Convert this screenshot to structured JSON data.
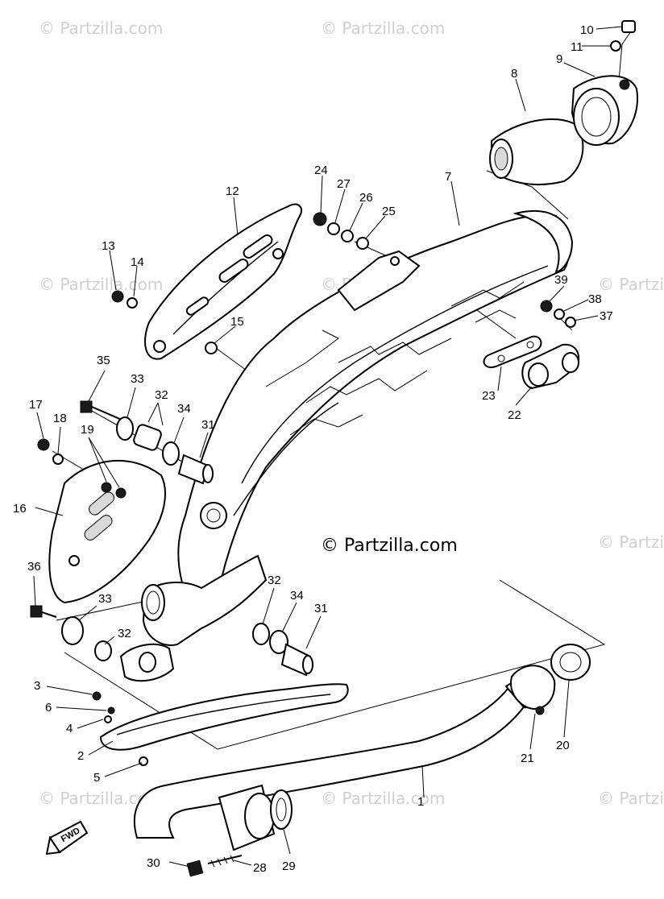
{
  "watermark": {
    "text": "© Partzilla.com"
  },
  "direction_arrow": {
    "label": "FWD"
  },
  "part_labels": {
    "p1": "10",
    "p2": "11",
    "p3": "9",
    "p4": "8",
    "p5": "7",
    "p6": "24",
    "p7": "27",
    "p8": "26",
    "p9": "25",
    "p10": "12",
    "p11": "13",
    "p12": "14",
    "p13": "15",
    "p14": "39",
    "p15": "38",
    "p16": "37",
    "p17": "23",
    "p18": "22",
    "p19": "35",
    "p20": "33",
    "p21": "32",
    "p22": "34",
    "p23": "31",
    "p24": "17",
    "p25": "18",
    "p26": "19",
    "p27": "16",
    "p28": "36",
    "p29": "33",
    "p30": "32",
    "p31": "32",
    "p32": "34",
    "p33": "31",
    "p34": "3",
    "p35": "6",
    "p36": "4",
    "p37": "2",
    "p38": "5",
    "p39": "21",
    "p40": "20",
    "p41": "29",
    "p42": "30",
    "p43": "28",
    "p44": "1"
  }
}
